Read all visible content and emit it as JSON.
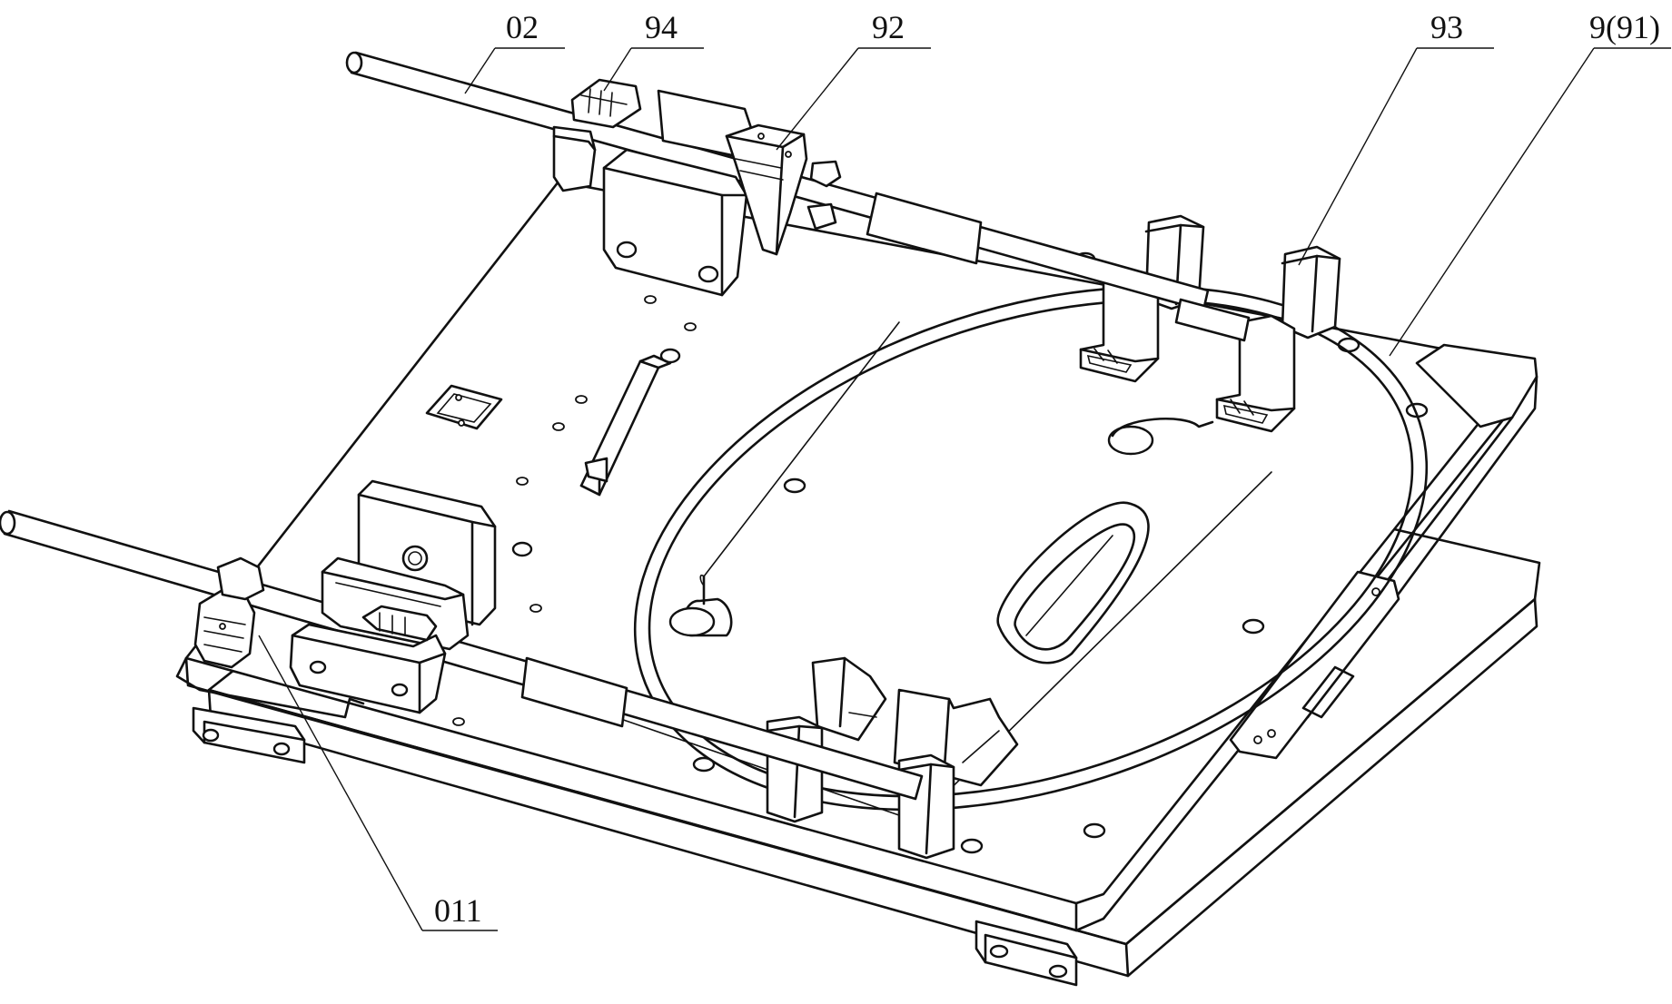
{
  "labels": {
    "l02": "02",
    "l94": "94",
    "l92": "92",
    "l93": "93",
    "l9_91": "9(91)",
    "l011": "011"
  }
}
